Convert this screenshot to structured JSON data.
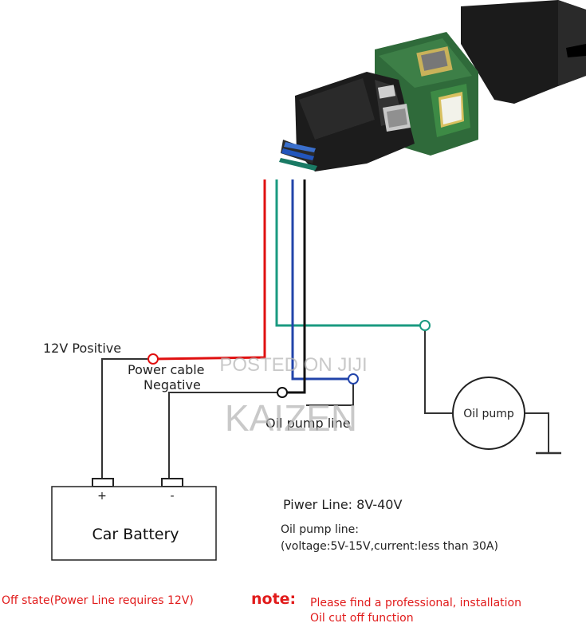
{
  "labels": {
    "positive_12v": "12V Positive",
    "power_cable": "Power cable",
    "negative": "Negative",
    "oil_pump_line": "Oil pump line",
    "oil_pump": "Oil pump",
    "battery_plus": "+",
    "battery_minus": "-",
    "car_battery": "Car Battery"
  },
  "specs": {
    "power_line": "Piwer Line: 8V-40V",
    "oil_pump_line_title": "Oil pump line:",
    "oil_pump_line_detail": "(voltage:5V-15V,current:less than 30A)"
  },
  "footer": {
    "off_state": "Off state(Power Line requires 12V)",
    "note_label": "note:",
    "note_line1": "Please find a professional, installation",
    "note_line2": "Oil cut off function"
  },
  "watermark": {
    "line1": "POSTED ON JIJI",
    "line2": "KAIZEN"
  },
  "colors": {
    "red_wire": "#e01010",
    "green_wire": "#1a9a80",
    "blue_wire": "#2244aa",
    "black_wire": "#111111",
    "note_red": "#e11b1b"
  }
}
